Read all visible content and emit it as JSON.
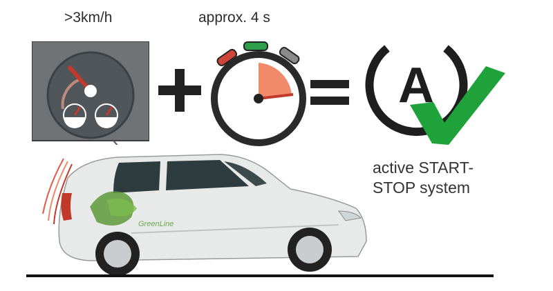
{
  "labels": {
    "speed": ">3km/h",
    "time": "approx. 4 s",
    "result_line1": "active START-",
    "result_line2": "STOP system",
    "car_logo": "GreenLine"
  },
  "symbols": {
    "plus": "+",
    "equals": "=",
    "auto_letter": "A"
  },
  "icons": [
    "speedometer-icon",
    "stopwatch-icon",
    "auto-start-stop-icon",
    "checkmark-icon",
    "car-image"
  ],
  "colors": {
    "panel": "#6f7376",
    "gauge": "#51565a",
    "needle": "#c0392b",
    "stopwatch_fill": "#f08a6a",
    "check": "#1fa23a",
    "button_red": "#d0453a",
    "button_green": "#2f9e4a",
    "button_gray": "#8a8a8a"
  }
}
